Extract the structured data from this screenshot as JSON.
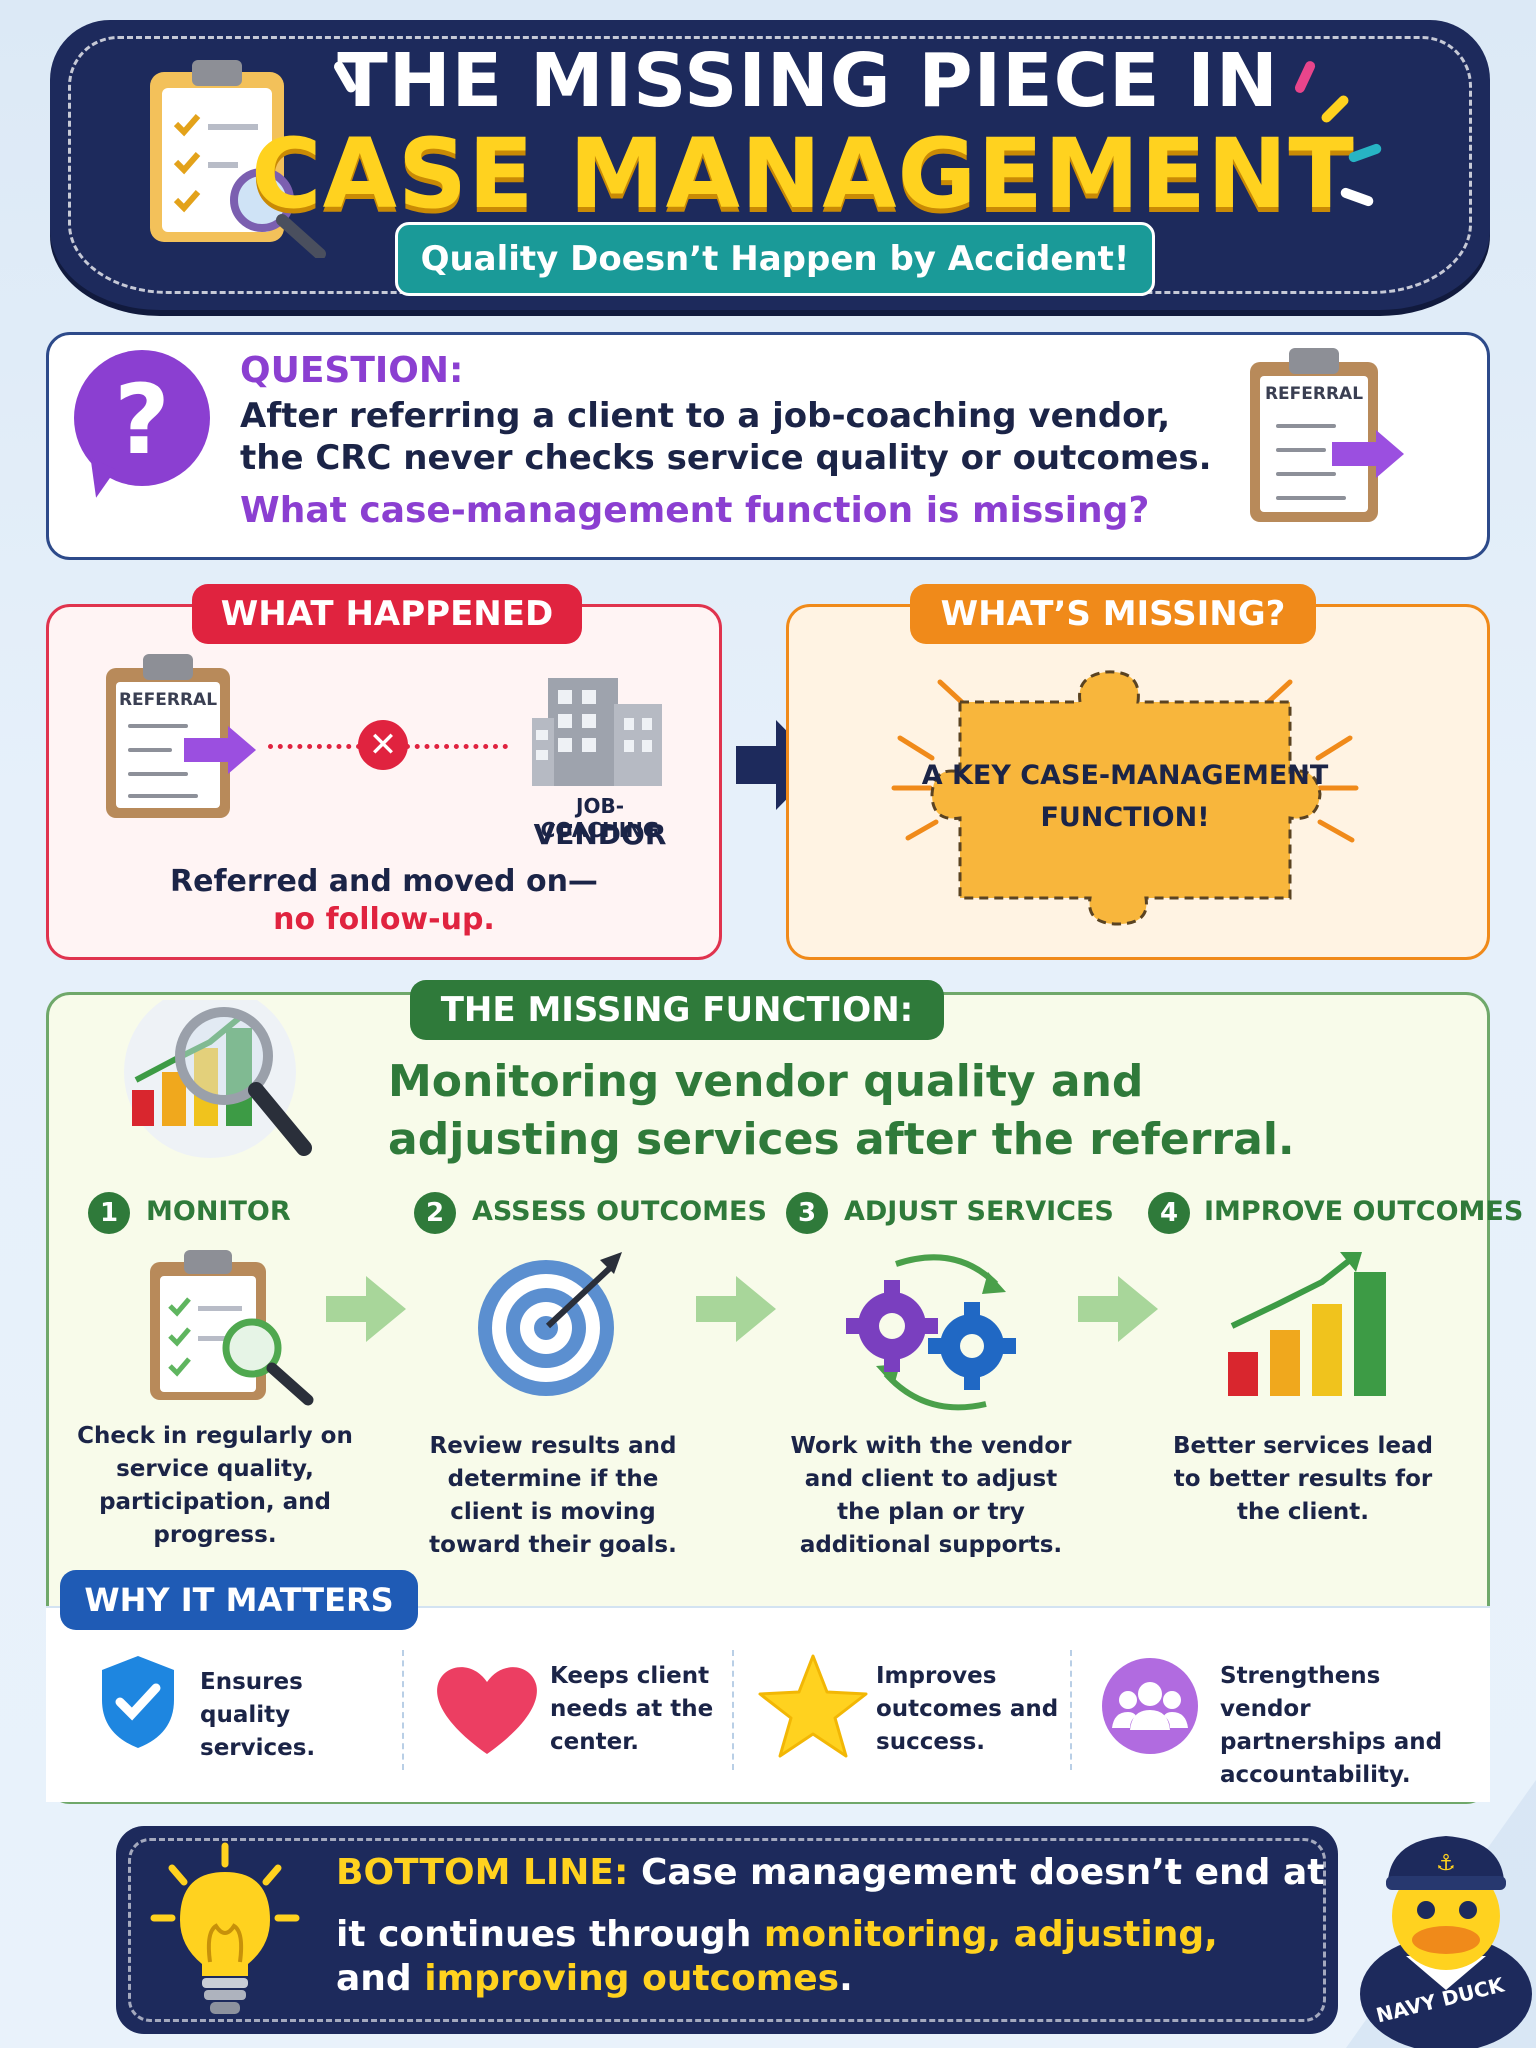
{
  "header": {
    "title_line_1": "THE MISSING PIECE IN",
    "title_line_2": "CASE MANAGEMENT",
    "subtitle": "Quality Doesn’t Happen by Accident!"
  },
  "question": {
    "label": "QUESTION:",
    "line_1": "After referring a client to a job-coaching vendor,",
    "line_2": "the CRC never checks service quality or outcomes.",
    "ask": "What case-management function is missing?",
    "clipboard_label": "REFERRAL"
  },
  "what_happened": {
    "tab": "WHAT HAPPENED",
    "clipboard_label": "REFERRAL",
    "vendor_line_1": "JOB-COACHING",
    "vendor_line_2": "VENDOR",
    "caption_line_1": "Referred and moved on—",
    "caption_line_2": "no follow-up."
  },
  "whats_missing": {
    "tab": "WHAT’S MISSING?",
    "piece_line_1": "A KEY CASE-MANAGEMENT",
    "piece_line_2": "FUNCTION!"
  },
  "missing_function": {
    "tab": "THE MISSING FUNCTION:",
    "headline_line_1": "Monitoring vendor quality and",
    "headline_line_2": "adjusting services after the referral.",
    "steps": [
      {
        "num": "1",
        "title": "MONITOR",
        "desc": "Check in regularly on service quality, participation, and progress.",
        "icon": "clipboard-magnifier-icon"
      },
      {
        "num": "2",
        "title": "ASSESS OUTCOMES",
        "desc": "Review results and determine if the client is moving toward their goals.",
        "icon": "target-icon"
      },
      {
        "num": "3",
        "title": "ADJUST SERVICES",
        "desc": "Work with the vendor and client to adjust the plan or try additional supports.",
        "icon": "gears-icon"
      },
      {
        "num": "4",
        "title": "IMPROVE OUTCOMES",
        "desc": "Better services lead to better results for the client.",
        "icon": "bar-chart-icon"
      }
    ]
  },
  "why_it_matters": {
    "tab": "WHY IT MATTERS",
    "items": [
      {
        "text": "Ensures quality services.",
        "icon": "shield-check-icon"
      },
      {
        "text": "Keeps client needs at the center.",
        "icon": "heart-icon"
      },
      {
        "text": "Improves outcomes and success.",
        "icon": "star-icon"
      },
      {
        "text": "Strengthens vendor partnerships and accountability.",
        "icon": "people-icon"
      }
    ]
  },
  "bottom_line": {
    "label": "BOTTOM LINE:",
    "line_1_rest": " Case management doesn’t end at",
    "line_2_a": "it continues through ",
    "line_2_b": "monitoring, adjusting,",
    "line_3_a": "and ",
    "line_3_b": "improving outcomes",
    "line_3_c": "."
  },
  "mascot": {
    "label": "NAVY DUCK"
  },
  "colors": {
    "navy": "#1d2a5c",
    "yellow": "#ffd21f",
    "purple": "#8b3fd1",
    "red": "#e0233f",
    "orange": "#f08a1a",
    "green": "#2f7a3a",
    "blue": "#1f5bb5"
  }
}
